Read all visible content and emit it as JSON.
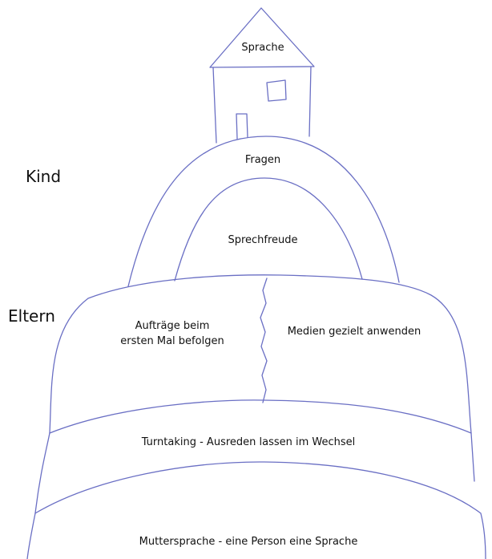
{
  "side_labels": {
    "kind": "Kind",
    "eltern": "Eltern"
  },
  "pyramid": {
    "roof": "Sprache",
    "arch_outer": "Fragen",
    "arch_inner": "Sprechfreude",
    "hill_left_line1": "Aufträge beim",
    "hill_left_line2": "ersten Mal befolgen",
    "hill_right": "Medien gezielt anwenden",
    "band_middle": "Turntaking - Ausreden lassen im Wechsel",
    "band_bottom": "Muttersprache - eine Person eine Sprache"
  },
  "colors": {
    "pen_stroke": "#6a6fc4",
    "text": "#111111",
    "background": "#ffffff"
  }
}
